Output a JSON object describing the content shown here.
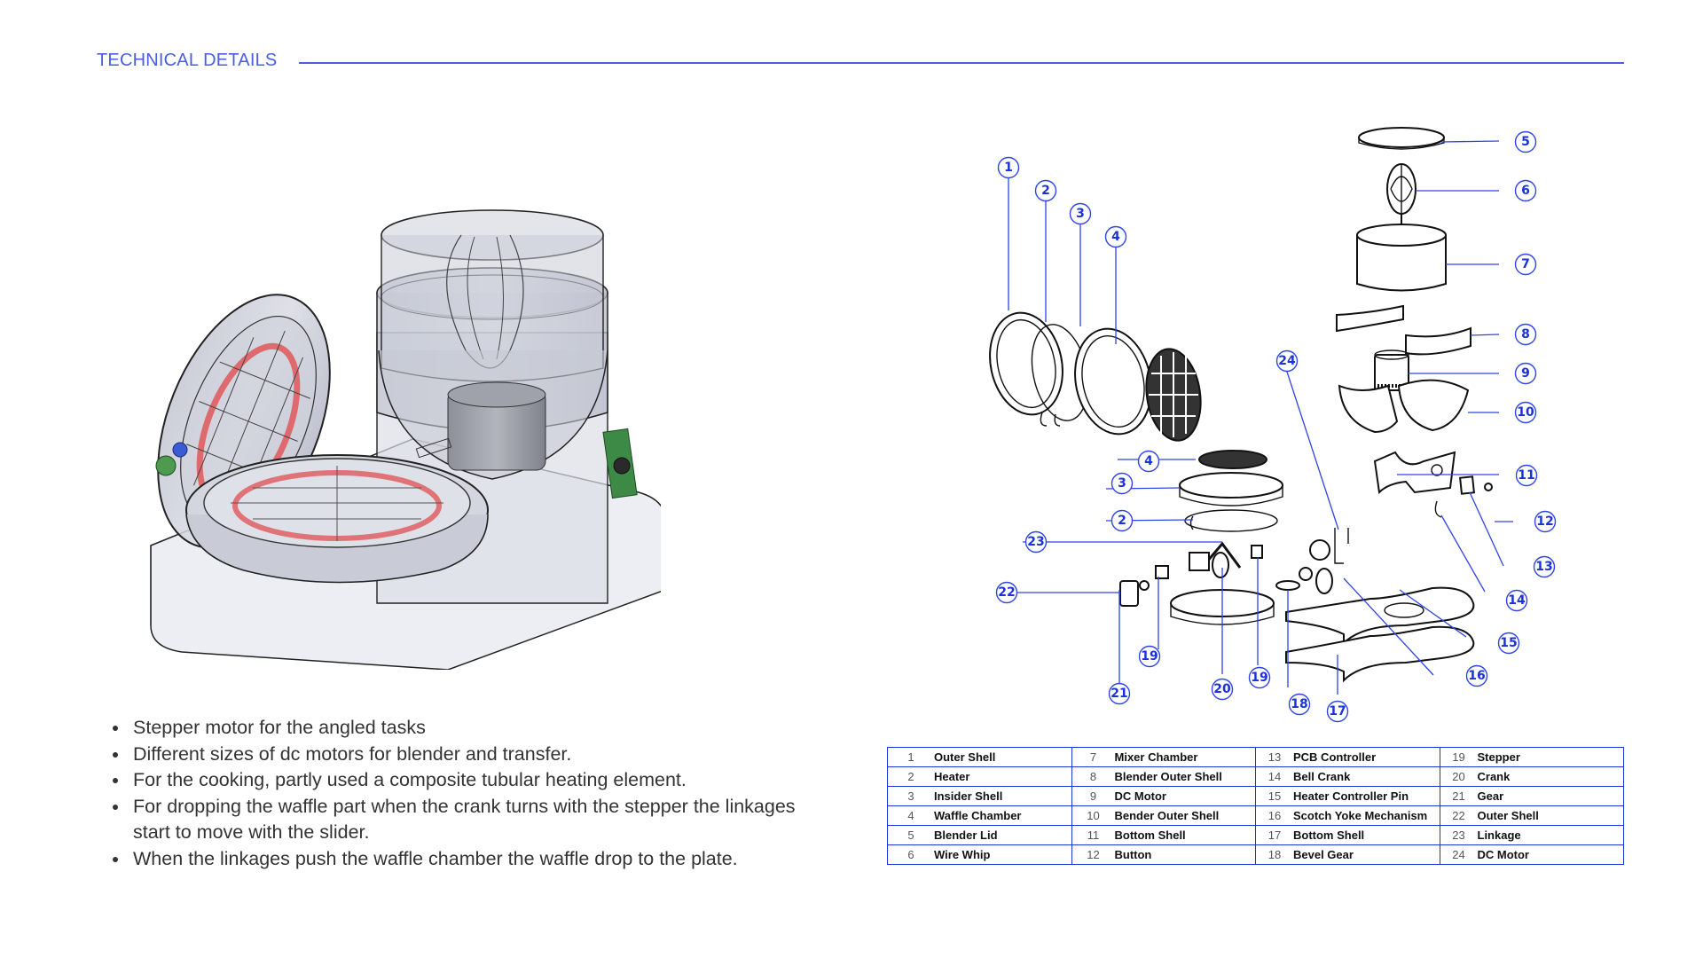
{
  "header": {
    "title": "TECHNICAL DETAILS"
  },
  "colors": {
    "accent": "#4a5fe0",
    "table_border": "#1b33d6",
    "callout": "#1b33d6",
    "heating_element": "#e0575b"
  },
  "render": {
    "caption": "Assembled waffle maker and blender 3D model"
  },
  "bullets": [
    "Stepper motor for the angled tasks",
    "Different sizes of dc motors for blender and transfer.",
    "For the cooking, partly used a composite tubular heating element.",
    "For dropping the waffle part when the crank turns with the stepper the linkages start to move with the slider.",
    "When the linkages push the waffle chamber the waffle drop to the plate."
  ],
  "parts": [
    {
      "num": "1",
      "name": "Outer Shell"
    },
    {
      "num": "2",
      "name": "Heater"
    },
    {
      "num": "3",
      "name": "Insider Shell"
    },
    {
      "num": "4",
      "name": "Waffle Chamber"
    },
    {
      "num": "5",
      "name": "Blender Lid"
    },
    {
      "num": "6",
      "name": "Wire Whip"
    },
    {
      "num": "7",
      "name": "Mixer Chamber"
    },
    {
      "num": "8",
      "name": "Blender Outer Shell"
    },
    {
      "num": "9",
      "name": "DC Motor"
    },
    {
      "num": "10",
      "name": "Bender Outer Shell"
    },
    {
      "num": "11",
      "name": "Bottom Shell"
    },
    {
      "num": "12",
      "name": "Button"
    },
    {
      "num": "13",
      "name": "PCB Controller"
    },
    {
      "num": "14",
      "name": "Bell Crank"
    },
    {
      "num": "15",
      "name": "Heater Controller Pin"
    },
    {
      "num": "16",
      "name": "Scotch Yoke Mechanism"
    },
    {
      "num": "17",
      "name": "Bottom Shell"
    },
    {
      "num": "18",
      "name": "Bevel Gear"
    },
    {
      "num": "19",
      "name": "Stepper"
    },
    {
      "num": "20",
      "name": "Crank"
    },
    {
      "num": "21",
      "name": "Gear"
    },
    {
      "num": "22",
      "name": "Outer Shell"
    },
    {
      "num": "23",
      "name": "Linkage"
    },
    {
      "num": "24",
      "name": "DC Motor"
    }
  ],
  "callouts": [
    "1",
    "2",
    "3",
    "4",
    "5",
    "6",
    "7",
    "8",
    "9",
    "10",
    "11",
    "12",
    "13",
    "14",
    "15",
    "16",
    "17",
    "18",
    "19",
    "20",
    "21",
    "22",
    "23",
    "24",
    "4",
    "3",
    "2",
    "19"
  ]
}
